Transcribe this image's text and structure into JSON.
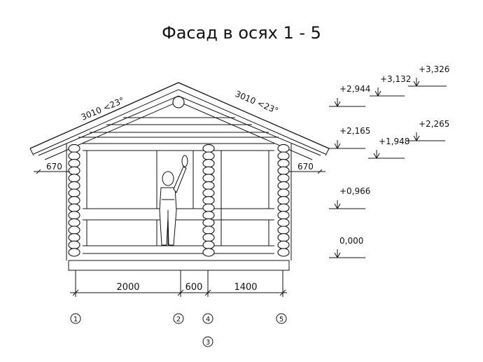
{
  "drawing": {
    "title": "Фасад в осях 1 - 5",
    "roof_left_label": "3010 <23°",
    "roof_right_label": "3010 <23°",
    "overhang_left": "670",
    "overhang_right": "670",
    "dims": {
      "d1": "2000",
      "d2": "600",
      "d3": "1400"
    },
    "axes": {
      "a1": "1",
      "a2": "2",
      "a3": "3",
      "a4": "4",
      "a5": "5"
    },
    "levels": {
      "l1": "+2,944",
      "l2": "+3,132",
      "l3": "+3,326",
      "l4": "+2,165",
      "l5": "+1,948",
      "l6": "+2,265",
      "l7": "+0,966",
      "l8": "0,000"
    }
  }
}
